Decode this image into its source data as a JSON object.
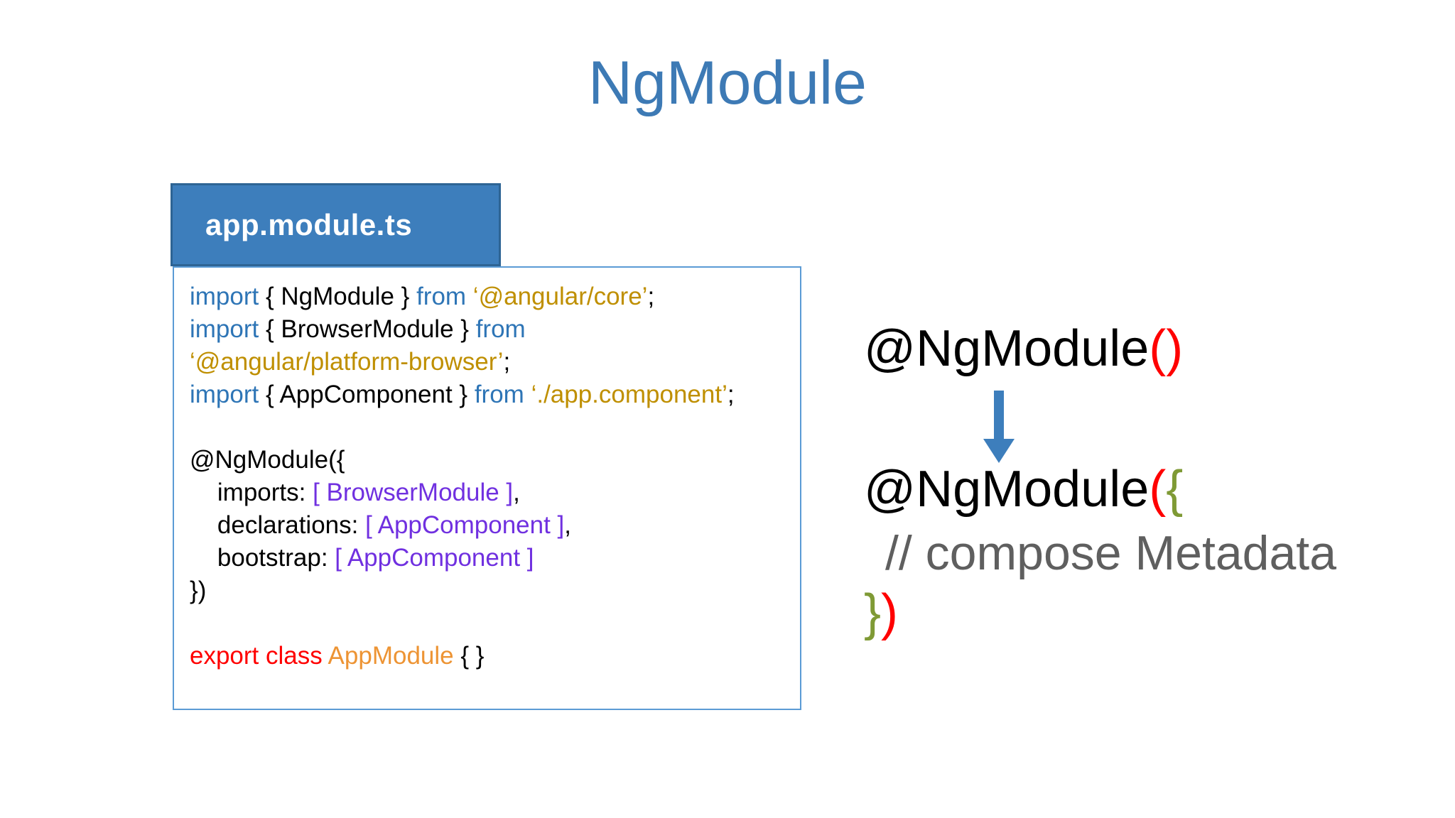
{
  "slide": {
    "title": "NgModule",
    "title_color": "#3d7ab5"
  },
  "file_card": {
    "tab_label": "app.module.ts",
    "tab_bg": "#3d7ebc",
    "tab_border": "#2e6494",
    "box_border": "#5b9bd5",
    "code_lines": [
      [
        {
          "text": "import",
          "kind": "keyword"
        },
        {
          "text": " { NgModule } ",
          "kind": "plain"
        },
        {
          "text": "from",
          "kind": "keyword"
        },
        {
          "text": " ",
          "kind": "plain"
        },
        {
          "text": "‘@angular/core’",
          "kind": "string"
        },
        {
          "text": ";",
          "kind": "plain"
        }
      ],
      [
        {
          "text": "import",
          "kind": "keyword"
        },
        {
          "text": " { BrowserModule } ",
          "kind": "plain"
        },
        {
          "text": "from",
          "kind": "keyword"
        }
      ],
      [
        {
          "text": "‘@angular/platform-browser’",
          "kind": "string"
        },
        {
          "text": ";",
          "kind": "plain"
        }
      ],
      [
        {
          "text": "import",
          "kind": "keyword"
        },
        {
          "text": " { AppComponent } ",
          "kind": "plain"
        },
        {
          "text": "from",
          "kind": "keyword"
        },
        {
          "text": " ",
          "kind": "plain"
        },
        {
          "text": "‘./app.component’",
          "kind": "string"
        },
        {
          "text": ";",
          "kind": "plain"
        }
      ],
      [],
      [
        {
          "text": "@NgModule({",
          "kind": "plain"
        }
      ],
      [
        {
          "text": "    imports: ",
          "kind": "plain"
        },
        {
          "text": "[ BrowserModule ]",
          "kind": "reference"
        },
        {
          "text": ",",
          "kind": "plain"
        }
      ],
      [
        {
          "text": "    declarations: ",
          "kind": "plain"
        },
        {
          "text": "[ AppComponent ]",
          "kind": "reference"
        },
        {
          "text": ",",
          "kind": "plain"
        }
      ],
      [
        {
          "text": "    bootstrap: ",
          "kind": "plain"
        },
        {
          "text": "[ AppComponent ]",
          "kind": "reference"
        }
      ],
      [
        {
          "text": "})",
          "kind": "plain"
        }
      ],
      [],
      [
        {
          "text": "export class",
          "kind": "export"
        },
        {
          "text": " ",
          "kind": "plain"
        },
        {
          "text": "AppModule",
          "kind": "classname"
        },
        {
          "text": " { }",
          "kind": "plain"
        }
      ]
    ]
  },
  "decorator_panel": {
    "line_1": [
      {
        "text": "@NgModule",
        "kind": "plain"
      },
      {
        "text": "()",
        "kind": "paren"
      }
    ],
    "line_2": [
      {
        "text": "@NgModule",
        "kind": "plain"
      },
      {
        "text": "(",
        "kind": "paren"
      },
      {
        "text": "{",
        "kind": "brace"
      }
    ],
    "line_3": [
      {
        "text": "// compose Metadata",
        "kind": "comment"
      }
    ],
    "line_4": [
      {
        "text": "}",
        "kind": "brace"
      },
      {
        "text": ")",
        "kind": "paren"
      }
    ],
    "arrow": {
      "icon": "down-arrow-icon",
      "color": "#3d7ebc"
    },
    "colors": {
      "paren": "#ff0000",
      "brace": "#7f9a35",
      "comment": "#5f5f5f"
    }
  }
}
